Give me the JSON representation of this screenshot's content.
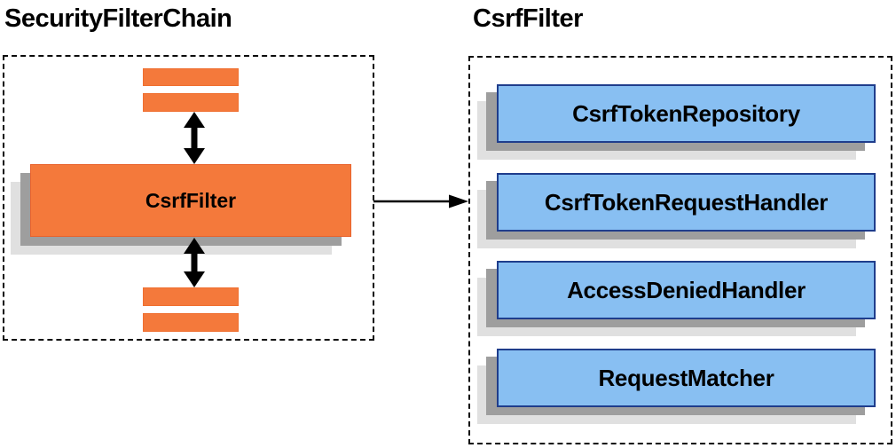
{
  "left_panel": {
    "title": "SecurityFilterChain",
    "filter_box_label": "CsrfFilter"
  },
  "right_panel": {
    "title": "CsrfFilter",
    "components": [
      "CsrfTokenRepository",
      "CsrfTokenRequestHandler",
      "AccessDeniedHandler",
      "RequestMatcher"
    ]
  },
  "icons": {
    "vertical_double_arrow": "double-headed-arrow",
    "horizontal_arrow": "right-arrow"
  },
  "colors": {
    "orange_fill": "#f4793b",
    "orange_border": "#e8622d",
    "blue_fill": "#88bff2",
    "blue_border": "#1f3d8c",
    "shadow_dark": "#9e9e9e",
    "shadow_light": "#e0e0e0",
    "arrow": "#000000",
    "text": "#000000"
  }
}
